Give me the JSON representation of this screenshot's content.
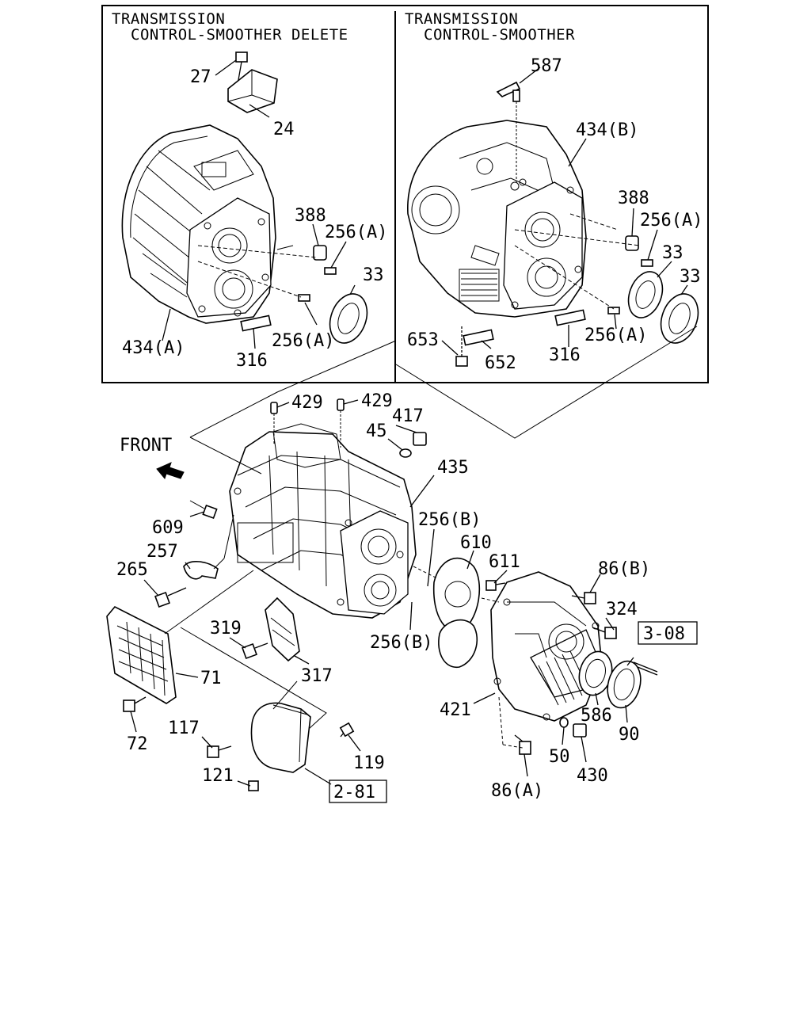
{
  "panels": {
    "left_title_1": "TRANSMISSION",
    "left_title_2": "CONTROL-SMOOTHER DELETE",
    "right_title_1": "TRANSMISSION",
    "right_title_2": "CONTROL-SMOOTHER"
  },
  "front_label": "FRONT",
  "refs": {
    "r1": "3-08",
    "r2": "2-81"
  },
  "labels": {
    "l27": "27",
    "l24": "24",
    "l388a": "388",
    "l256a1": "256(A)",
    "l33a": "33",
    "l434a": "434(A)",
    "l256a2": "256(A)",
    "l316a": "316",
    "l587": "587",
    "l434b": "434(B)",
    "l388b": "388",
    "l256a3": "256(A)",
    "l33b": "33",
    "l33c": "33",
    "l653": "653",
    "l652": "652",
    "l316b": "316",
    "l256a4": "256(A)",
    "l429a": "429",
    "l429b": "429",
    "l417": "417",
    "l45": "45",
    "l435": "435",
    "l609": "609",
    "l256b1": "256(B)",
    "l610": "610",
    "l611": "611",
    "l86b": "86(B)",
    "l257": "257",
    "l265": "265",
    "l324": "324",
    "l319": "319",
    "l256b2": "256(B)",
    "l317": "317",
    "l71": "71",
    "l421": "421",
    "l586": "586",
    "l90": "90",
    "l72": "72",
    "l117": "117",
    "l119": "119",
    "l50": "50",
    "l430": "430",
    "l121": "121",
    "l86a": "86(A)"
  }
}
